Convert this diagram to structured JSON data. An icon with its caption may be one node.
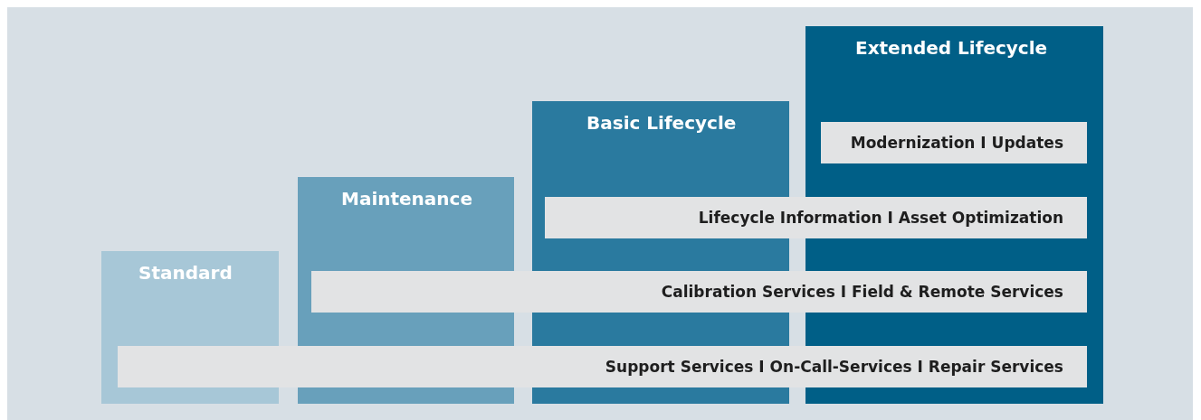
{
  "diagram": {
    "nodes": [
      {
        "text": [
          "Standard"
        ]
      },
      {
        "text": [
          "Maintenance"
        ]
      },
      {
        "text": [
          "Basic Lifecycle"
        ]
      },
      {
        "text": [
          "Extended Lifecycle"
        ]
      },
      {
        "text": [
          "Modernization I Updates"
        ],
        "in": 3
      },
      {
        "text": [
          "Lifecycle Information I Asset Optimization"
        ]
      },
      {
        "text": [
          "Calibration Services I Field & Remote Services"
        ]
      },
      {
        "text": [
          "Support Services I On-Call-Services I Repair Services"
        ]
      }
    ]
  }
}
